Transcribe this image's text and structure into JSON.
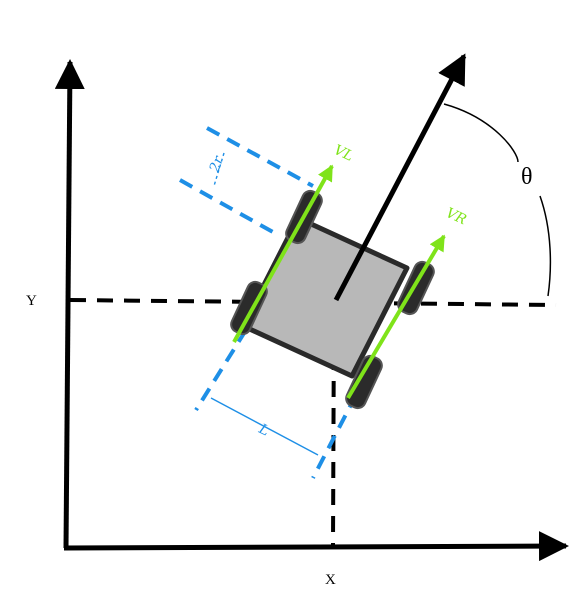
{
  "labels": {
    "x_axis": "X",
    "y_axis": "Y",
    "theta": "θ",
    "v_left": "VL",
    "v_right": "VR",
    "wheel_radius": "2r",
    "axle_length": "L"
  },
  "colors": {
    "axis": "#000000",
    "velocity": "#7fe31a",
    "dimension": "#1e8fe6",
    "chassis": "#b8b8b8",
    "wheel": "#2b2b2b"
  },
  "icons": {
    "robot": "differential-drive-robot-icon"
  }
}
